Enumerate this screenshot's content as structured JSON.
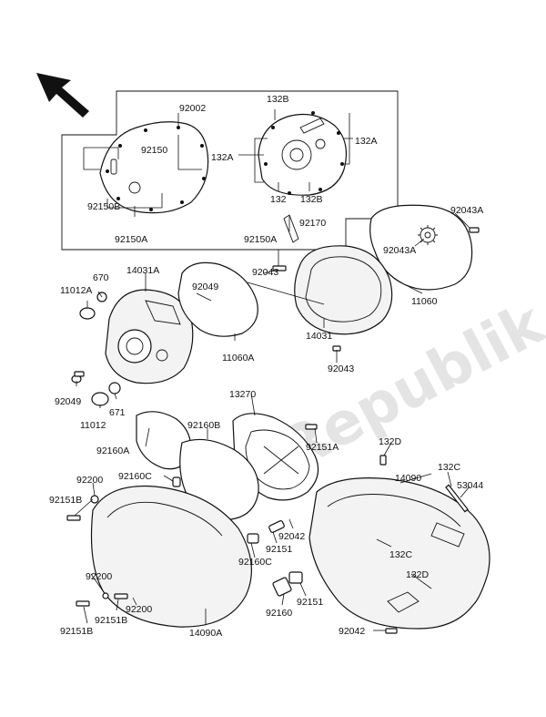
{
  "watermark": "PartsRepublik",
  "labels": {
    "l92002": "92002",
    "l132B_top": "132B",
    "l92150": "92150",
    "l132A_left": "132A",
    "l132A_right": "132A",
    "l92150B": "92150B",
    "l92150A_inset": "92150A",
    "l132_inset": "132",
    "l132B_bottom": "132B",
    "l92170": "92170",
    "l92150A_mid": "92150A",
    "l92043A_top": "92043A",
    "l92043": "92043",
    "l92043A_mid": "92043A",
    "l670": "670",
    "l14031A": "14031A",
    "l11012A": "11012A",
    "l92049_a": "92049",
    "l11060": "11060",
    "l14031": "14031",
    "l11060A": "11060A",
    "l92043_b": "92043",
    "l92049_b": "92049",
    "l671": "671",
    "l11012": "11012",
    "l13270": "13270",
    "l92160B": "92160B",
    "l92160A": "92160A",
    "l92151A": "92151A",
    "l132D_top": "132D",
    "l132C_right": "132C",
    "l14090": "14090",
    "l53044": "53044",
    "l92200_a": "92200",
    "l92160C_a": "92160C",
    "l92151B_a": "92151B",
    "l92042_a": "92042",
    "l92151_a": "92151",
    "l92160C_b": "92160C",
    "l132C_mid": "132C",
    "l92200_b": "92200",
    "l92200_c": "92200",
    "l92151B_b": "92151B",
    "l132D_bottom": "132D",
    "l92151B_c": "92151B",
    "l92160": "92160",
    "l92151_b": "92151",
    "l14090A": "14090A",
    "l92042_b": "92042"
  }
}
